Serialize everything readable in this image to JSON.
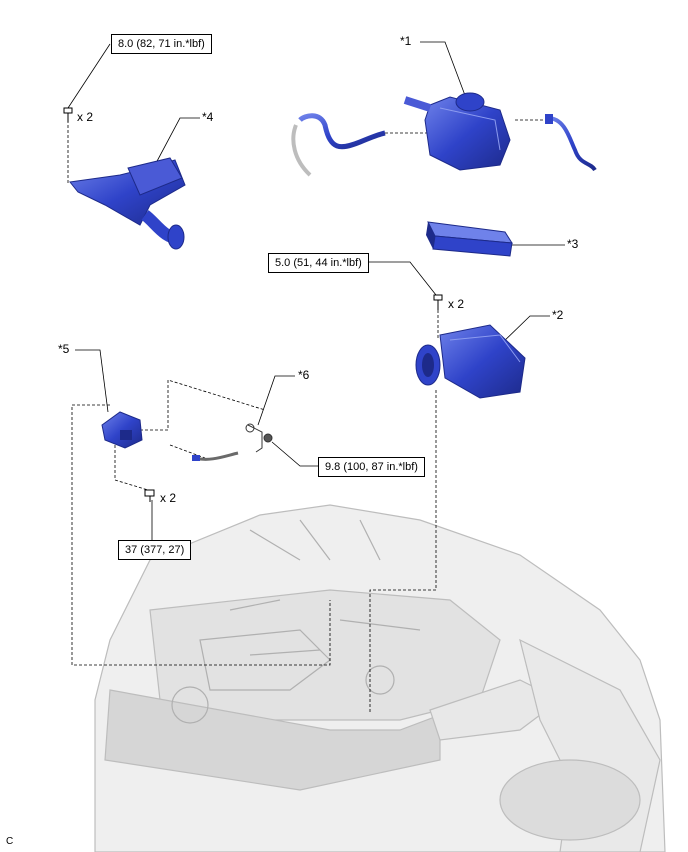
{
  "callouts": {
    "c1": "*1",
    "c2": "*2",
    "c3": "*3",
    "c4": "*4",
    "c5": "*5",
    "c6": "*6"
  },
  "torques": {
    "t_top_left": "8.0 (82, 71 in.*lbf)",
    "t_mid_right": "5.0 (51, 44 in.*lbf)",
    "t_clamp": "9.8 (100, 87 in.*lbf)",
    "t_bottom_left": "37 (377, 27)"
  },
  "quantities": {
    "q_top_left": "x 2",
    "q_mid_right": "x 2",
    "q_bottom_left": "x 2"
  },
  "corner_code": "C",
  "colors": {
    "part_blue": "#2f43c9",
    "part_blue_dark": "#1d2a8a",
    "part_blue_light": "#6f82ea",
    "vehicle_line": "#bdbdbd",
    "vehicle_fill": "#f0f0f0"
  }
}
